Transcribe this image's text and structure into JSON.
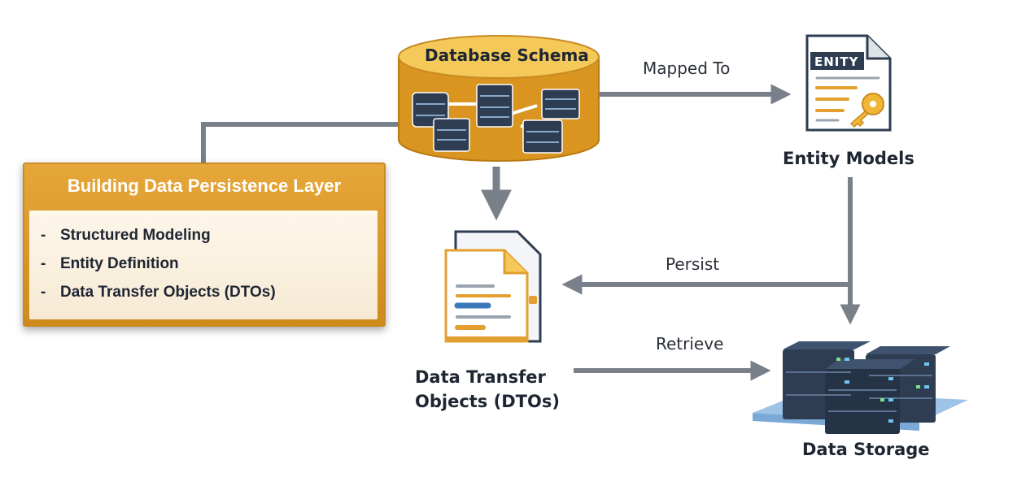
{
  "summary_box": {
    "title": "Building Data Persistence Layer",
    "items": [
      "Structured Modeling",
      "Entity Definition",
      "Data Transfer Objects (DTOs)"
    ]
  },
  "nodes": {
    "database_schema": {
      "label": "Database Schema",
      "icon": "database-cylinder-icon"
    },
    "entity_models": {
      "label": "Entity Models",
      "badge": "ENITY",
      "icon": "entity-document-key-icon"
    },
    "dtos": {
      "label_line1": "Data Transfer",
      "label_line2": "Objects (DTOs)",
      "icon": "dto-documents-icon"
    },
    "data_storage": {
      "label": "Data Storage",
      "icon": "server-rack-icon"
    }
  },
  "edges": {
    "mapped_to": "Mapped To",
    "persist": "Persist",
    "retrieve": "Retrieve"
  },
  "colors": {
    "accent_orange": "#e3a030",
    "arrow_gray": "#7a8089",
    "server_navy": "#2e3d52",
    "dto_blue": "#3b79b8"
  }
}
